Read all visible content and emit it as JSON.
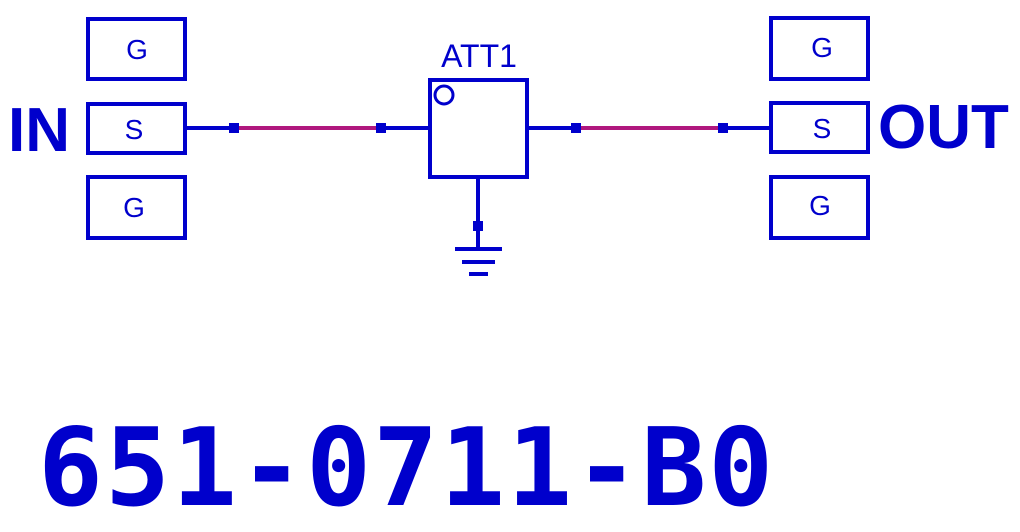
{
  "ports": {
    "input_label": "IN",
    "output_label": "OUT"
  },
  "pads": {
    "ground_label": "G",
    "signal_label": "S"
  },
  "component": {
    "reference": "ATT1"
  },
  "part_number": "651-0711-B0",
  "colors": {
    "schematic_blue": "#0000CC",
    "trace_magenta": "#B0177E",
    "background": "#ffffff"
  }
}
